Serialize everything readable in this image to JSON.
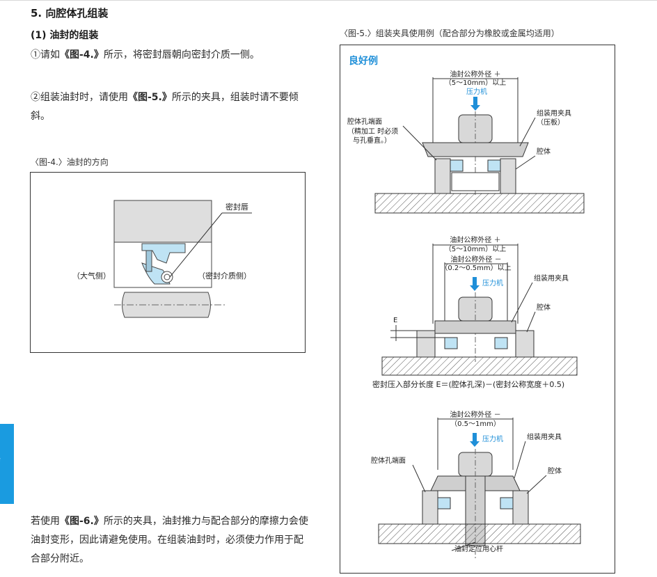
{
  "section_title": "5. 向腔体孔组装",
  "subsection_title": "(1) 油封的组装",
  "para1": {
    "pre": "①请如",
    "ref": "《图-4.》",
    "post": "所示，将密封唇朝向密封介质一侧。"
  },
  "para2": {
    "pre": "②组装油封时，请使用",
    "ref": "《图-5.》",
    "post": "所示的夹具，组装时请不要倾斜。"
  },
  "para3": {
    "pre": "若使用",
    "ref": "《图-6.》",
    "post": "所示的夹具，油封推力与配合部分的摩擦力会使油封变形，因此请避免使用。在组装油封时，必须使力作用于配合部分附近。"
  },
  "fig4": {
    "caption": "〈图-4.〉油封的方向",
    "label_lip": "密封唇",
    "label_air": "（大气侧）",
    "label_medium": "（密封介质侧）"
  },
  "fig5": {
    "caption": "〈图-5.〉组装夹具使用例（配合部分为橡胶或金属均适用）",
    "good_example": "良好例",
    "d1": {
      "od_line1": "油封公称外径 ＋",
      "od_line2": "（5～10mm）以上",
      "press": "压力机",
      "bore_face_1": "腔体孔端面",
      "bore_face_2": "（精加工 时必须",
      "bore_face_3": "与孔垂直。）",
      "jig_1": "组装用夹具",
      "jig_2": "（压板）",
      "housing": "腔体"
    },
    "d2": {
      "od_line1": "油封公称外径 ＋",
      "od_line2": "（5～10mm）以上",
      "id_line1": "油封公称外径 －",
      "id_line2": "（0.2～0.5mm）以上",
      "press": "压力机",
      "jig": "组装用夹具",
      "housing": "腔体",
      "e_label": "E",
      "formula": "密封压入部分长度 E＝(腔体孔深)－(密封公称宽度＋0.5)"
    },
    "d3": {
      "od_line1": "油封公称外径 －",
      "od_line2": "（0.5～1mm）",
      "press": "压力机",
      "jig": "组装用夹具",
      "bore_face": "腔体孔端面",
      "housing": "腔体",
      "rod": "油封定位用心杆"
    }
  },
  "side_tab": "f"
}
